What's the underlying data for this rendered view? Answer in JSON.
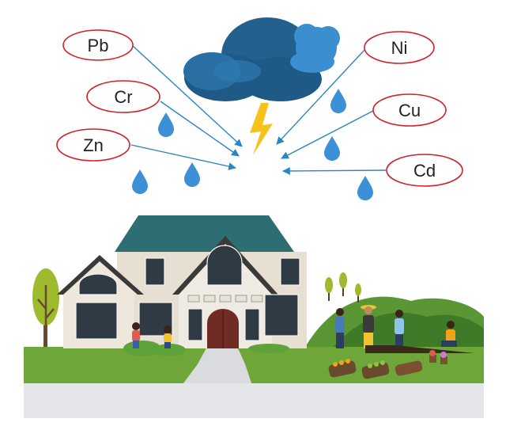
{
  "labels": {
    "pb": "Pb",
    "cr": "Cr",
    "zn": "Zn",
    "ni": "Ni",
    "cu": "Cu",
    "cd": "Cd"
  },
  "colors": {
    "label_border": "#d0202a",
    "arrow": "#2a86c0",
    "cloud_dark": "#1f5a86",
    "cloud_mid": "#2e7ab2",
    "cloud_light": "#3b8fd0",
    "lightning": "#f7c21b",
    "raindrop": "#3d8fd6",
    "roof": "#2e6e73",
    "house_wall": "#e8e2d6",
    "grass": "#6fa63a",
    "hill": "#4f8a2f",
    "road": "#e4e6e9"
  },
  "icons": [
    "storm-cloud-icon",
    "lightning-bolt-icon",
    "raindrop-icon",
    "house-icon",
    "tree-icon",
    "gardener-icon"
  ]
}
